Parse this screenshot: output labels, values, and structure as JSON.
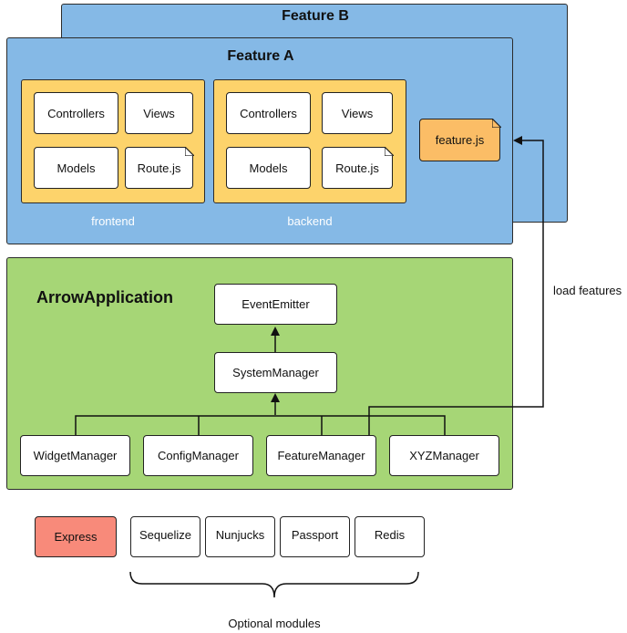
{
  "feature_b": {
    "title": "Feature B"
  },
  "feature_a": {
    "title": "Feature A",
    "frontend": {
      "label": "frontend",
      "items": [
        "Controllers",
        "Views",
        "Models",
        "Route.js"
      ]
    },
    "backend": {
      "label": "backend",
      "items": [
        "Controllers",
        "Views",
        "Models",
        "Route.js"
      ]
    },
    "feature_file": "feature.js"
  },
  "load_features_label": "load features",
  "app": {
    "title": "ArrowApplication",
    "event_emitter": "EventEmitter",
    "system_manager": "SystemManager",
    "managers": [
      "WidgetManager",
      "ConfigManager",
      "FeatureManager",
      "XYZManager"
    ]
  },
  "modules": {
    "express": "Express",
    "optional": [
      "Sequelize",
      "Nunjucks",
      "Passport",
      "Redis"
    ],
    "caption": "Optional modules"
  },
  "colors": {
    "feature_panel": "#85b9e6",
    "app_panel": "#a6d676",
    "layer_panel": "#fdd36b",
    "feature_file": "#fbbd66",
    "express": "#f88a7a"
  }
}
